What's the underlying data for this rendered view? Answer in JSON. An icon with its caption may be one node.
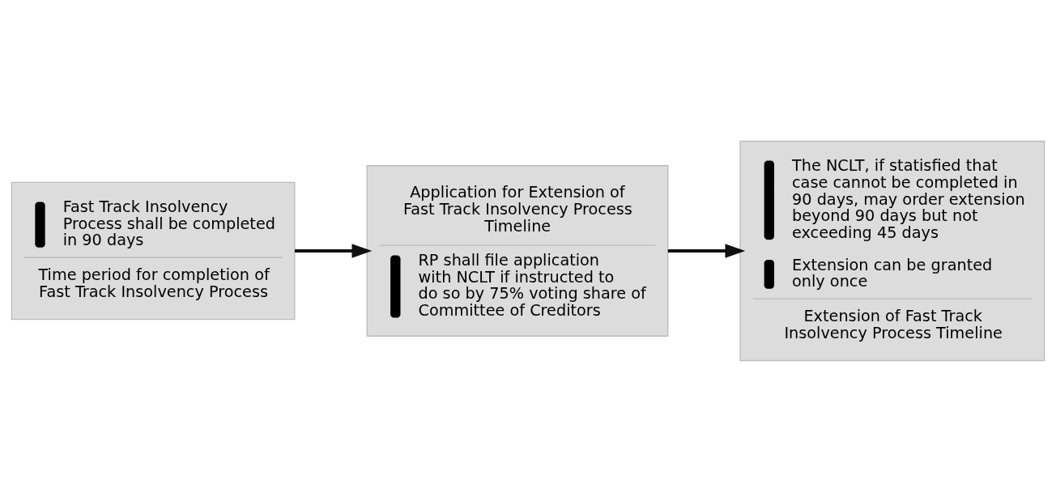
{
  "diagram": {
    "nodes": [
      {
        "text": [
          "Fast Track Insolvency Process shall be completed in 90 days",
          "Time period for completion of Fast Track Insolvency Process"
        ]
      },
      {
        "text": [
          "Application for Extension of Fast Track Insolvency Process Timeline",
          "RP shall file application with NCLT if instructed to do so by 75% voting share of Committee of Creditors"
        ]
      },
      {
        "text": [
          "The NCLT, if statisfied that case cannot be completed in 90 days, may order extension beyond 90 days but not exceeding 45 days",
          "Extension can be granted only once",
          "Extension of Fast Track Insolvency Process Timeline"
        ]
      }
    ],
    "edges": [
      {
        "from": 0,
        "to": 1,
        "arrow": "to"
      },
      {
        "from": 1,
        "to": 2,
        "arrow": "to"
      }
    ]
  }
}
